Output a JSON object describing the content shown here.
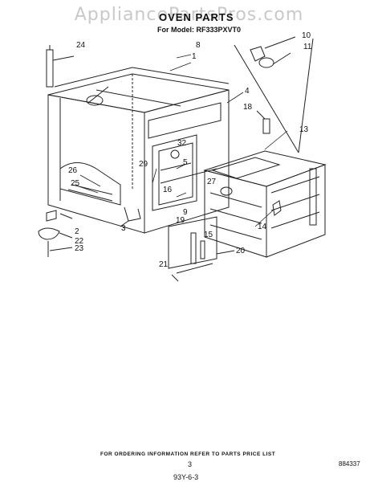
{
  "watermark": "AppliancePartsPros.com",
  "header": {
    "title": "OVEN PARTS",
    "model_line": "For Model: RF333PXVT0"
  },
  "callouts": [
    "1",
    "2",
    "3",
    "4",
    "5",
    "8",
    "9",
    "10",
    "11",
    "13",
    "14",
    "15",
    "16",
    "18",
    "19",
    "20",
    "21",
    "22",
    "23",
    "24",
    "25",
    "26",
    "27",
    "29",
    "32"
  ],
  "footer": {
    "ordering_note": "FOR ORDERING INFORMATION REFER TO PARTS PRICE LIST",
    "page_number": "3",
    "part_number": "884337",
    "code": "93Y-6-3"
  }
}
